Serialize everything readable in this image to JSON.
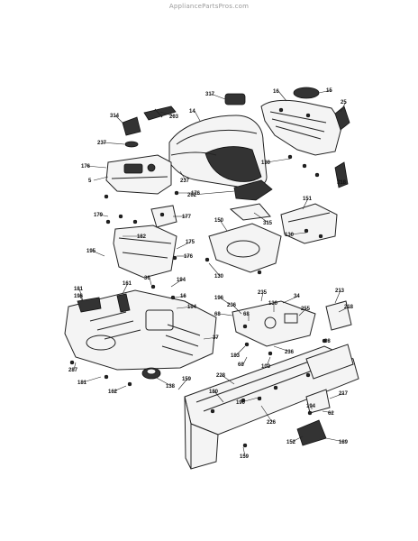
{
  "watermark": "AppliancePartsPros.com",
  "callouts": [
    "317",
    "16",
    "15",
    "25",
    "314",
    "203",
    "14",
    "237",
    "176",
    "5",
    "237",
    "202",
    "318",
    "130",
    "176",
    "177",
    "315",
    "151",
    "150",
    "179",
    "182",
    "130",
    "175",
    "195",
    "176",
    "130",
    "36",
    "194",
    "181",
    "196",
    "161",
    "16",
    "235",
    "213",
    "196",
    "34",
    "236",
    "68",
    "130",
    "218",
    "194",
    "255",
    "37",
    "68",
    "183",
    "68",
    "103",
    "236",
    "68",
    "226",
    "287",
    "159",
    "180",
    "181",
    "162",
    "138",
    "190",
    "194",
    "217",
    "62",
    "228",
    "152",
    "189",
    "159"
  ]
}
